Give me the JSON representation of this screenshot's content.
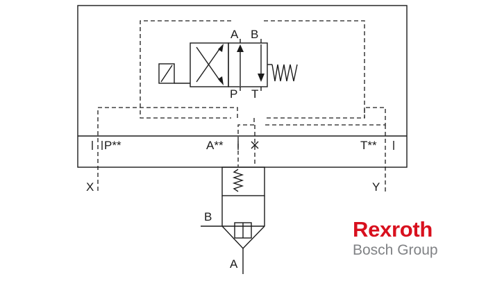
{
  "ports": {
    "a_top": "A",
    "b_top": "B",
    "p_bottom": "P",
    "t_bottom": "T",
    "p_star": "P**",
    "a_star": "A**",
    "t_star": "T**",
    "x": "X",
    "y": "Y",
    "b_cartridge": "B",
    "a_cartridge": "A"
  },
  "logo": {
    "brand": "Rexroth",
    "group": "Bosch Group",
    "brand_color": "#d8101e",
    "group_color": "#808285"
  }
}
